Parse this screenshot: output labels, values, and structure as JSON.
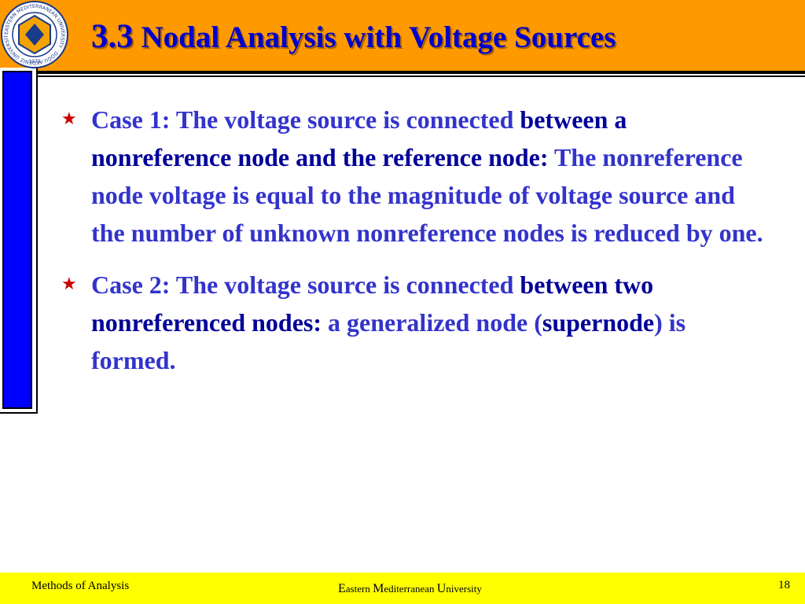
{
  "header": {
    "title_number": "3.3",
    "title_text": "Nodal Analysis with Voltage Sources"
  },
  "logo": {
    "ring_text": "EASTERN MEDITERRANEAN UNIVERSITY · DOĞU AKDENİZ ÜNİVERSİTESİ",
    "year": "1979"
  },
  "bullets": [
    {
      "part1": "Case 1: The voltage source is connected ",
      "emph1": "between a nonreference node and the reference node:",
      "part2": " The nonreference node voltage is equal to the magnitude of voltage source and the number of unknown nonreference nodes is reduced by one."
    },
    {
      "part1": "Case 2: The voltage source is connected ",
      "emph1": "between two nonreferenced nodes:",
      "part2": " a generalized node (",
      "emph2": "supernode",
      "part3": ") is formed."
    }
  ],
  "footer": {
    "left": "Methods of Analysis",
    "mid_E": "E",
    "mid_astern": "astern ",
    "mid_M": "M",
    "mid_editerranean": "editerranean ",
    "mid_U": "U",
    "mid_niversity": "niversity",
    "page": "18"
  },
  "colors": {
    "header_bg": "#ff9900",
    "title": "#0000cc",
    "text": "#3333cc",
    "emphasis": "#000099",
    "bullet_star": "#cc0000",
    "sidebar": "#0000ff",
    "footer_bg": "#ffff00"
  }
}
